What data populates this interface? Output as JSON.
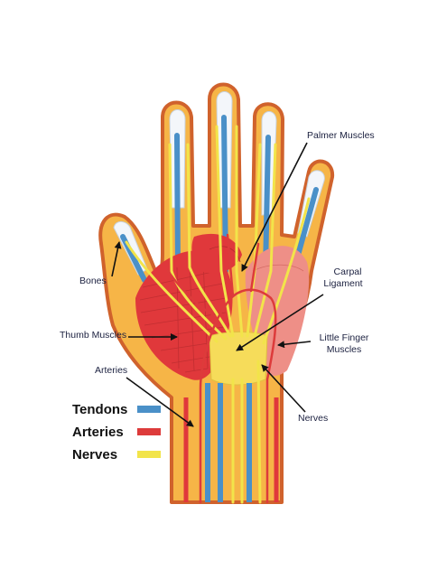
{
  "labels": {
    "palmer_muscles": "Palmer Muscles",
    "carpal_line1": "Carpal",
    "carpal_line2": "Ligament",
    "bones": "Bones",
    "thumb_muscles": "Thumb Muscles",
    "little_line1": "Little Finger",
    "little_line2": "Muscles",
    "arteries": "Arteries",
    "nerves": "Nerves"
  },
  "legend": [
    {
      "label": "Tendons",
      "color": "#4a90c8"
    },
    {
      "label": "Arteries",
      "color": "#dd3b3b"
    },
    {
      "label": "Nerves",
      "color": "#f2e44a"
    }
  ],
  "colors": {
    "skin": "#f6b547",
    "skin_outline": "#d0622c",
    "muscle": "#e0383b",
    "muscle_light": "#ee8f87",
    "bone": "#f3f6fa",
    "tendon": "#4a90c8",
    "artery": "#dd3b3b",
    "nerve": "#f2e44a",
    "ligament": "#f6dc5a"
  }
}
